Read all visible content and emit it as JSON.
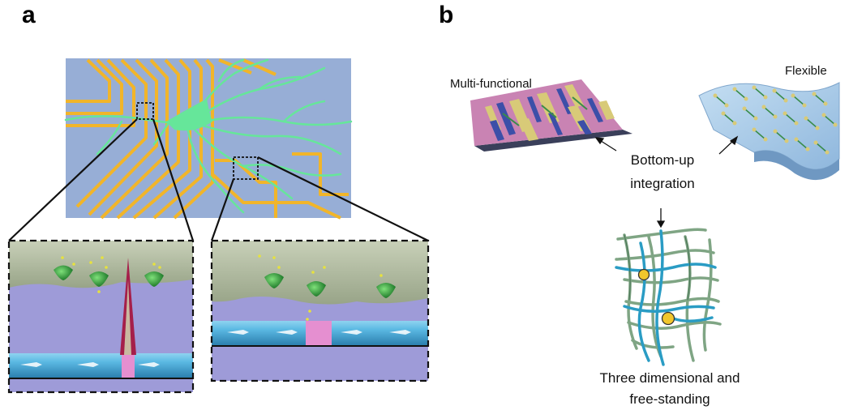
{
  "figure": {
    "panel_a": {
      "letter": "a"
    },
    "panel_b": {
      "letter": "b",
      "multi_functional_label": "Multi-functional",
      "flexible_label": "Flexible",
      "center_label_line1": "Bottom-up",
      "center_label_line2": "integration",
      "three_d_label_line1": "Three dimensional  and",
      "three_d_label_line2": "free-standing"
    }
  },
  "colors": {
    "substrate": "#97aed6",
    "electrode": "#f1b52a",
    "neuron": "#66e69a",
    "membrane": "#b5bfa6",
    "cytosol": "#9e9bd8",
    "nanowire": "#5bb9e3",
    "junction_pink": "#e58fd0",
    "probe_red": "#a51f4a",
    "chip_pink": "#c983b3",
    "chip_yellow": "#d8ca78",
    "chip_blue": "#3c4fa8",
    "sheet_blue": "#a9cbe7",
    "mesh_teal": "#2a9cc4",
    "mesh_green": "#7fa584",
    "node_yellow": "#f2c62c"
  }
}
